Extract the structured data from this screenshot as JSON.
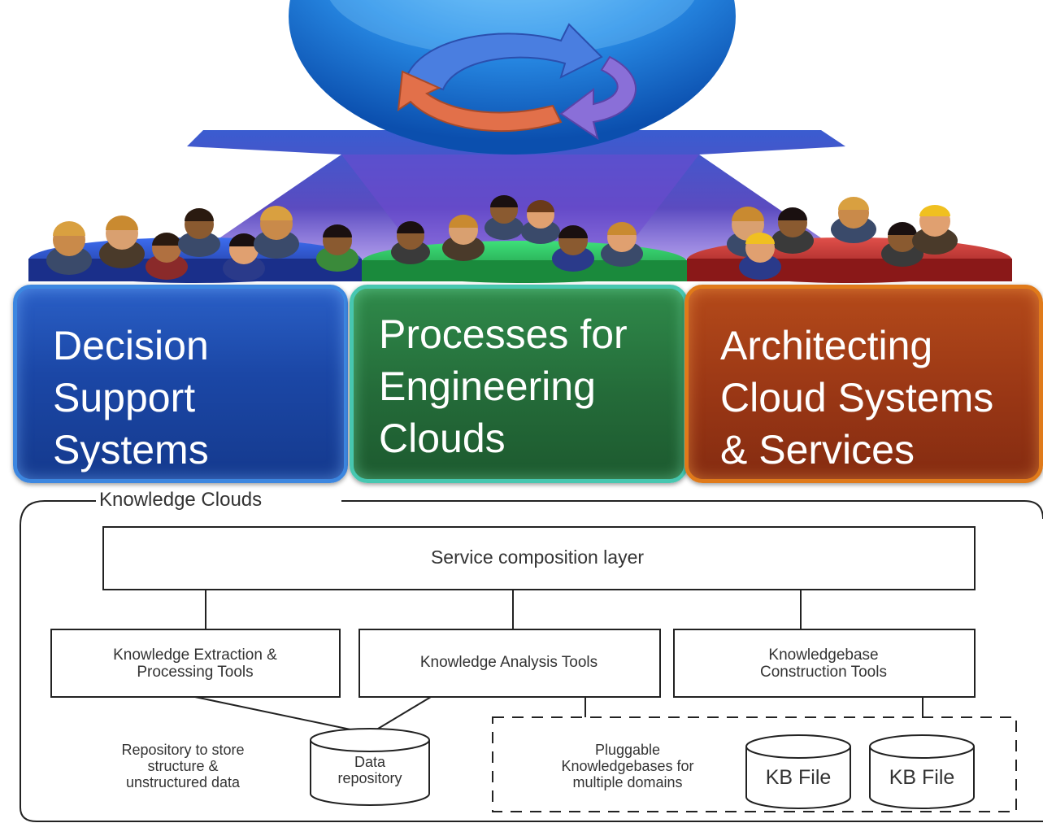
{
  "pillars": {
    "decision_support": "Decision\nSupport\nSystems",
    "engineering_clouds": "Processes for\nEngineering\nClouds",
    "architecting": "Architecting\nCloud Systems\n& Services"
  },
  "knowledge_clouds": {
    "title": "Knowledge Clouds",
    "service_layer": "Service composition layer",
    "extraction_tools": [
      "Knowledge Extraction &",
      "Processing Tools"
    ],
    "analysis_tools": "Knowledge Analysis Tools",
    "construction_tools": [
      "Knowledgebase",
      "Construction Tools"
    ],
    "repository_caption": [
      "Repository to store",
      "structure &",
      "unstructured data"
    ],
    "data_repository": [
      "Data",
      "repository"
    ],
    "pluggable_caption": [
      "Pluggable",
      "Knowledgebases for",
      "multiple domains"
    ],
    "kb_file_1": "KB File",
    "kb_file_2": "KB File"
  },
  "colors": {
    "decision_support": "#1b47a6",
    "engineering_clouds": "#246b39",
    "architecting": "#9a3715"
  },
  "icons": [
    "globe-icon",
    "cycle-arrows-icon",
    "people-group-icon"
  ]
}
